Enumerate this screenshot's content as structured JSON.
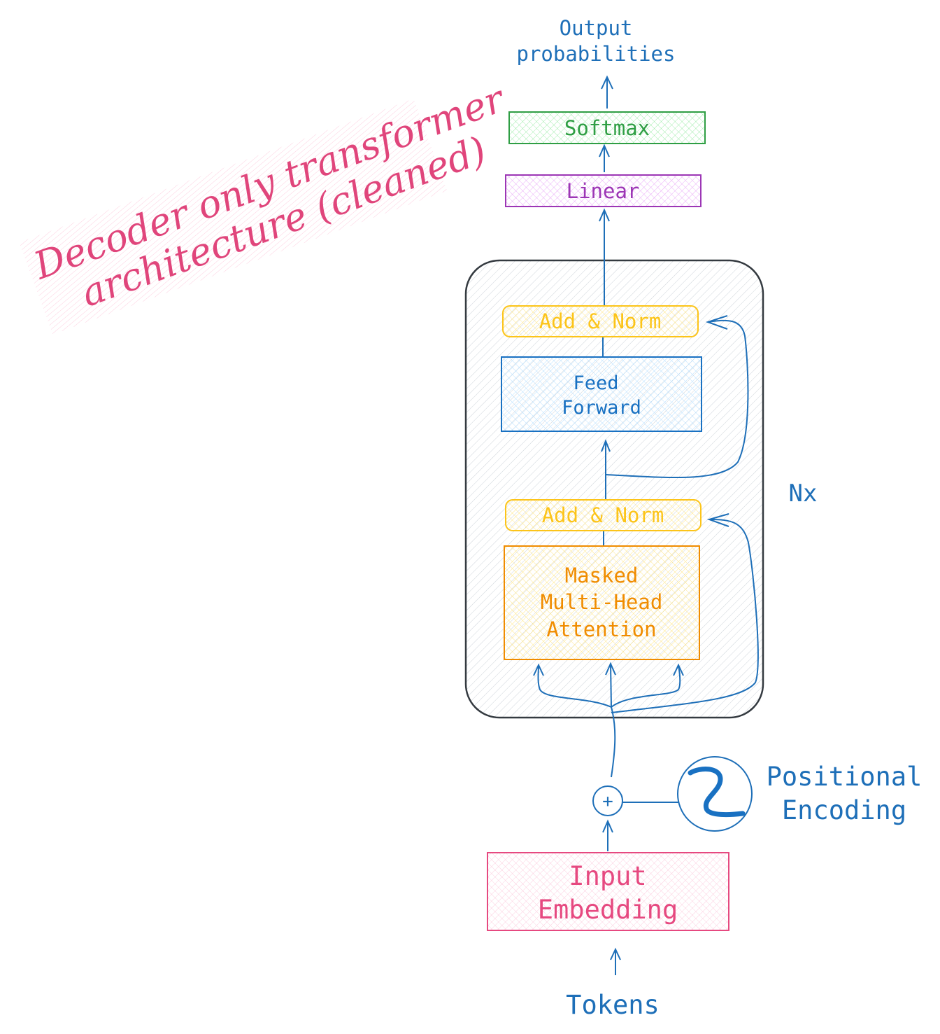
{
  "title": {
    "line1": "Decoder only transformer",
    "line2": "architecture (cleaned)"
  },
  "nodes": {
    "output_line1": "Output",
    "output_line2": "probabilities",
    "softmax": "Softmax",
    "linear": "Linear",
    "add_norm_top": "Add & Norm",
    "feed_forward_line1": "Feed",
    "feed_forward_line2": "Forward",
    "add_norm_bottom": "Add & Norm",
    "attention_line1": "Masked",
    "attention_line2": "Multi-Head",
    "attention_line3": "Attention",
    "repeat_label": "Nx",
    "plus_symbol": "+",
    "positional_line1": "Positional",
    "positional_line2": "Encoding",
    "input_line1": "Input",
    "input_line2": "Embedding",
    "tokens": "Tokens"
  },
  "colors": {
    "arrow": "#1e6fb8",
    "title": "#e0457b",
    "softmax": "#2f9e44",
    "linear": "#9c36b5",
    "add_norm": "#fab005",
    "feed_forward": "#1971c2",
    "attention": "#f08c00",
    "input": "#e64980",
    "block_border": "#343a40"
  }
}
